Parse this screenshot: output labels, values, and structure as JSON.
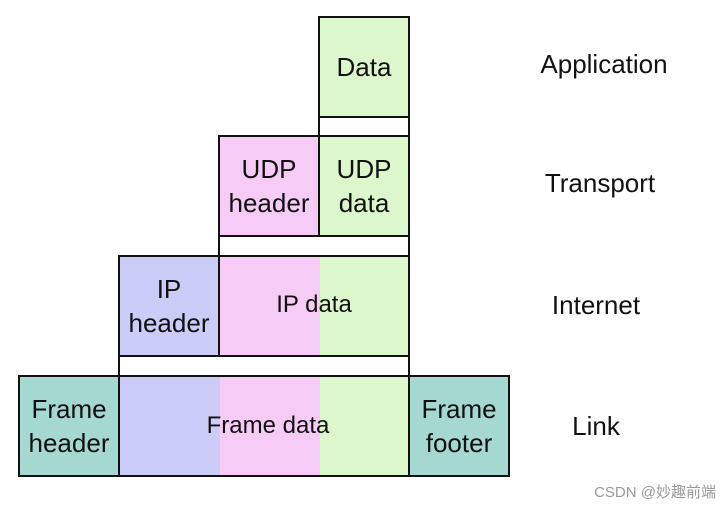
{
  "colors": {
    "data": "#ddf7cc",
    "udp_header": "#f6ccf6",
    "ip_header": "#ccccf8",
    "frame": "#a6d8d2",
    "outline": "#111111"
  },
  "application": {
    "data_label": "Data"
  },
  "transport": {
    "udp_header_label": "UDP\nheader",
    "udp_data_label": "UDP\ndata"
  },
  "internet": {
    "ip_header_label": "IP\nheader",
    "ip_data_label": "IP data"
  },
  "link": {
    "frame_header_label": "Frame\nheader",
    "frame_data_label": "Frame data",
    "frame_footer_label": "Frame\nfooter"
  },
  "layers": [
    "Application",
    "Transport",
    "Internet",
    "Link"
  ],
  "watermark": "CSDN @妙趣前端"
}
